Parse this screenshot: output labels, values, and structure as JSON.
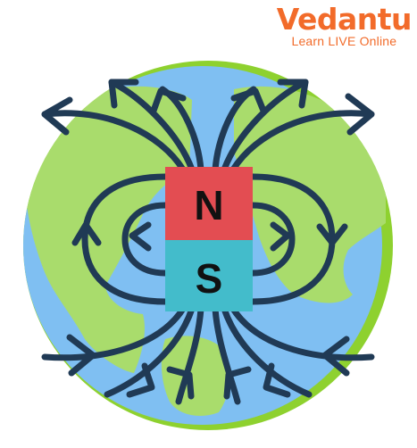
{
  "logo": {
    "brand": "Vedantu",
    "tagline": "Learn LIVE Online",
    "color": "#f26b2a"
  },
  "magnet": {
    "north_label": "N",
    "south_label": "S",
    "north_color": "#e34d52",
    "south_color": "#43bccb"
  },
  "colors": {
    "ocean": "#7fbff2",
    "land": "#a9dc6c",
    "rim": "#8ed12f",
    "field_lines": "#203a55"
  },
  "icons": [
    "earth-globe-icon",
    "bar-magnet-icon",
    "field-arrow-icon"
  ]
}
